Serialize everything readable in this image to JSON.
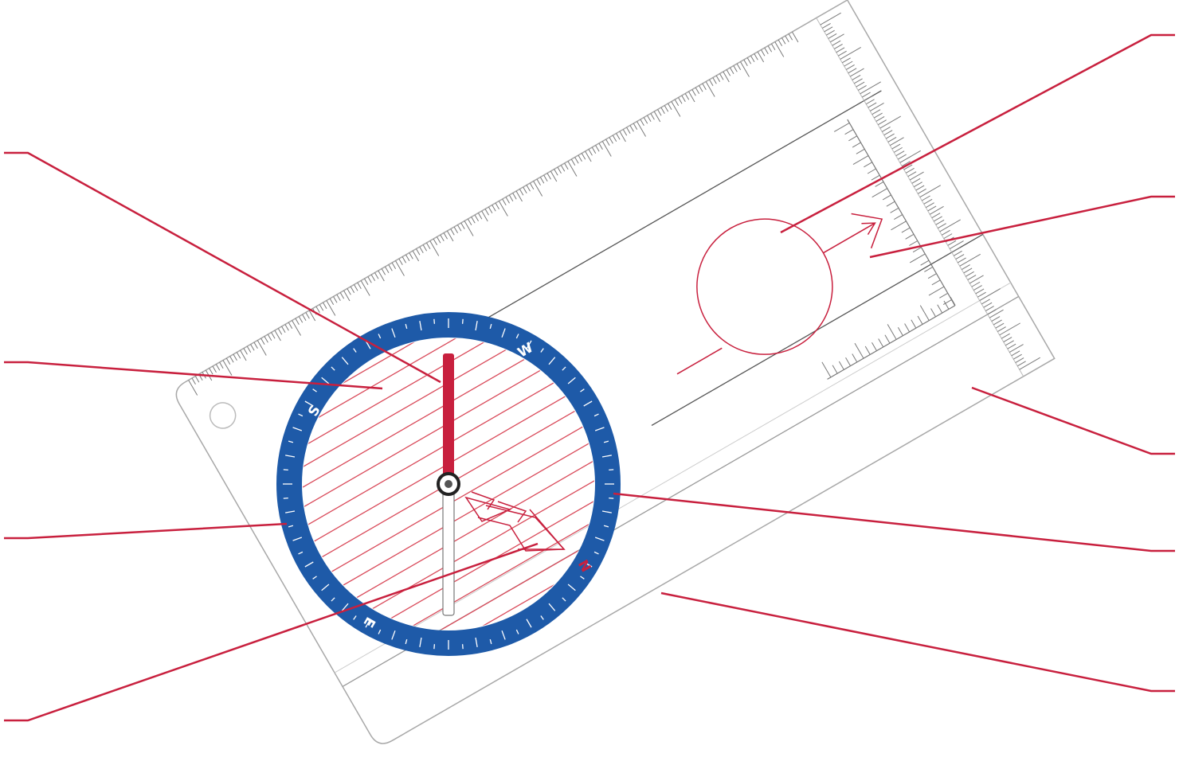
{
  "title": "",
  "colors": {
    "background": "#ffffff",
    "baseplate_outline": "#b0b0b0",
    "scale_ticks": "#7a7a7a",
    "leader_lines": "#c8203e",
    "bezel_blue": "#1e5aa8",
    "needle_north": "#c8203e",
    "needle_south": "#ffffff",
    "orienting_lines": "#d94a5a"
  },
  "bezel_letters": [
    {
      "letter": "W",
      "style": "white"
    },
    {
      "letter": "S",
      "style": "white"
    },
    {
      "letter": "E",
      "style": "white"
    },
    {
      "letter": "N",
      "style": "red"
    }
  ],
  "callouts": [
    {
      "name": "callout-magnetic-needle",
      "label": ""
    },
    {
      "name": "callout-orienting-lines",
      "label": ""
    },
    {
      "name": "callout-rotating-bezel",
      "label": ""
    },
    {
      "name": "callout-orienting-arrow",
      "label": ""
    },
    {
      "name": "callout-magnifying-lens",
      "label": ""
    },
    {
      "name": "callout-direction-of-travel-arrow",
      "label": ""
    },
    {
      "name": "callout-romer-scale",
      "label": ""
    },
    {
      "name": "callout-index-line",
      "label": ""
    },
    {
      "name": "callout-baseplate",
      "label": ""
    }
  ],
  "icons": {
    "compass": "baseplate-compass-icon",
    "lanyard_hole": "lanyard-hole-icon"
  }
}
